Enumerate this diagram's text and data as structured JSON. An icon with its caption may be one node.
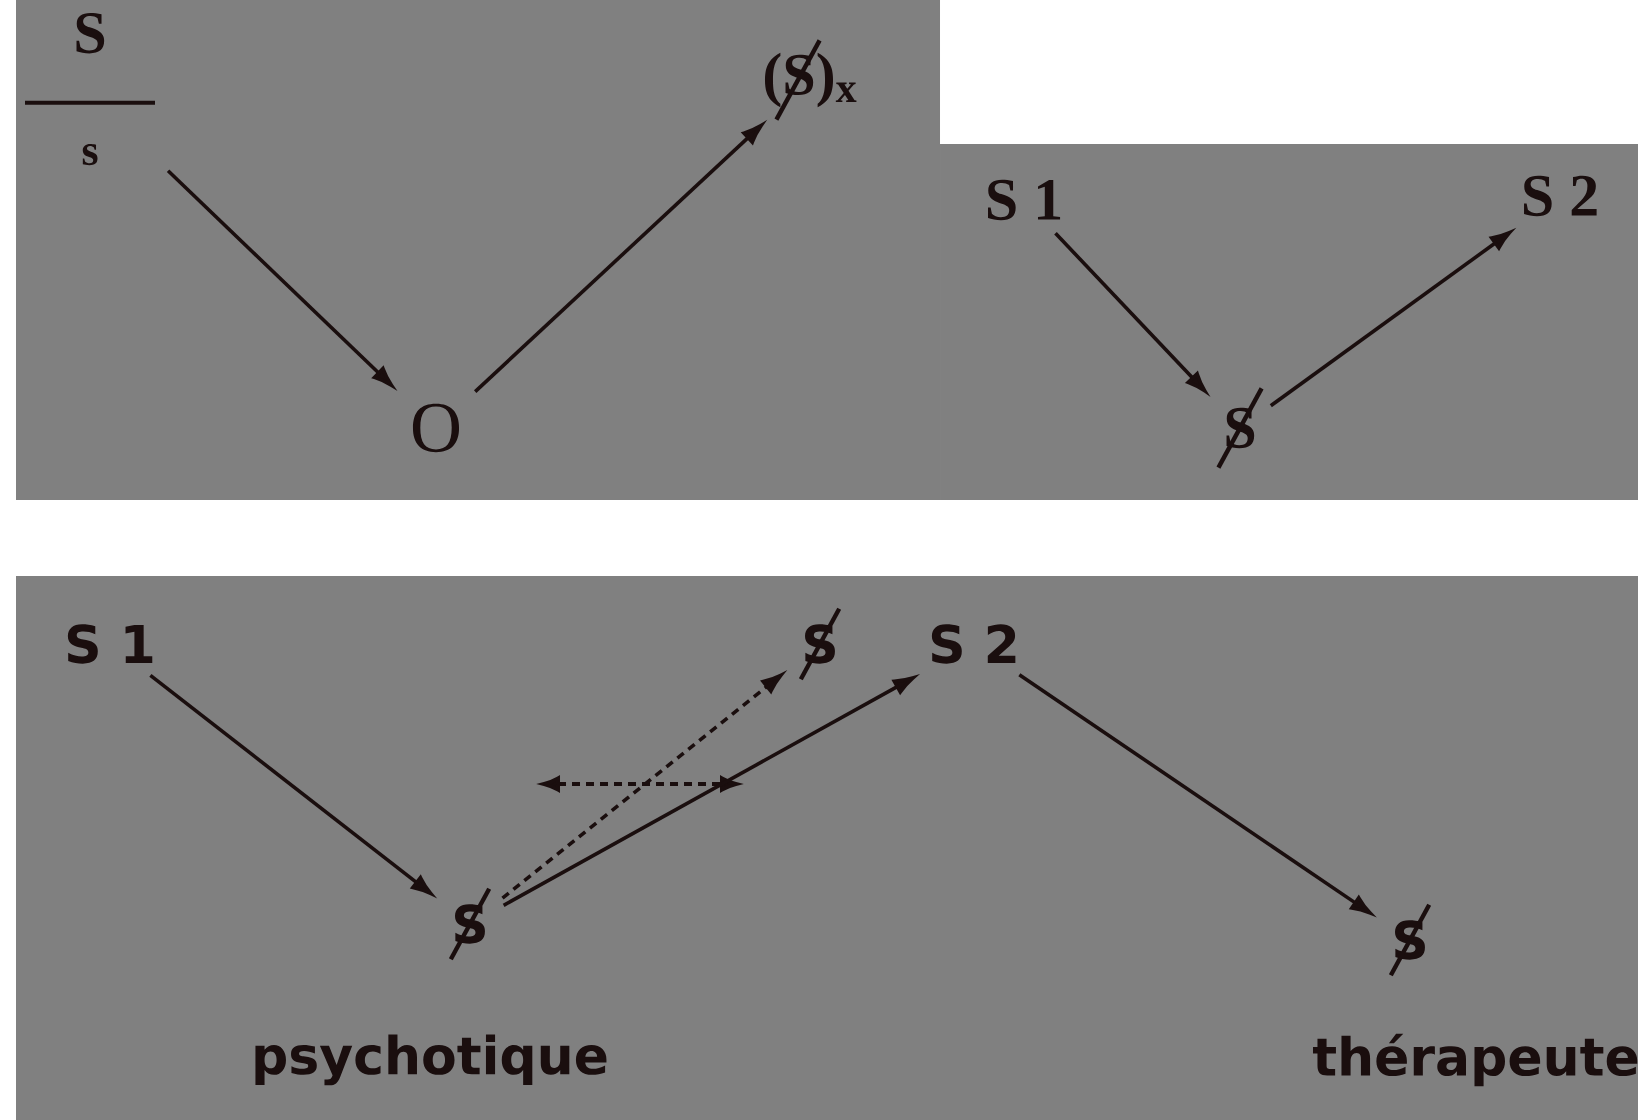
{
  "diagram": {
    "nodes": [
      {
        "text": [
          "S",
          "s"
        ]
      },
      {
        "text": [
          "O"
        ]
      },
      {
        "text": [
          "(S)$_{x}$"
        ]
      },
      {
        "text": [
          "S 1"
        ]
      },
      {
        "text": [
          "S"
        ]
      },
      {
        "text": [
          "S 2"
        ]
      },
      {
        "text": [
          "S 1"
        ]
      },
      {
        "text": [
          "S"
        ],
        "beside": [
          "psychotique"
        ]
      },
      {
        "text": [
          "S"
        ]
      },
      {
        "text": [
          "S 2"
        ]
      },
      {
        "text": [
          "S"
        ],
        "beside": [
          "thérapeute"
        ]
      }
    ],
    "edges": [
      {
        "from": 0,
        "to": 1,
        "arrow": "to"
      },
      {
        "from": 1,
        "to": 2,
        "arrow": "to"
      },
      {
        "from": 3,
        "to": 4,
        "arrow": "to"
      },
      {
        "from": 4,
        "to": 5,
        "arrow": "to"
      },
      {
        "from": 6,
        "to": 7,
        "arrow": "to"
      },
      {
        "from": 7,
        "to": 8,
        "arrow": "to",
        "style": "dashed"
      },
      {
        "from": 7,
        "to": 9,
        "arrow": "to"
      },
      {
        "from": 9,
        "to": 10,
        "arrow": "to"
      }
    ]
  }
}
